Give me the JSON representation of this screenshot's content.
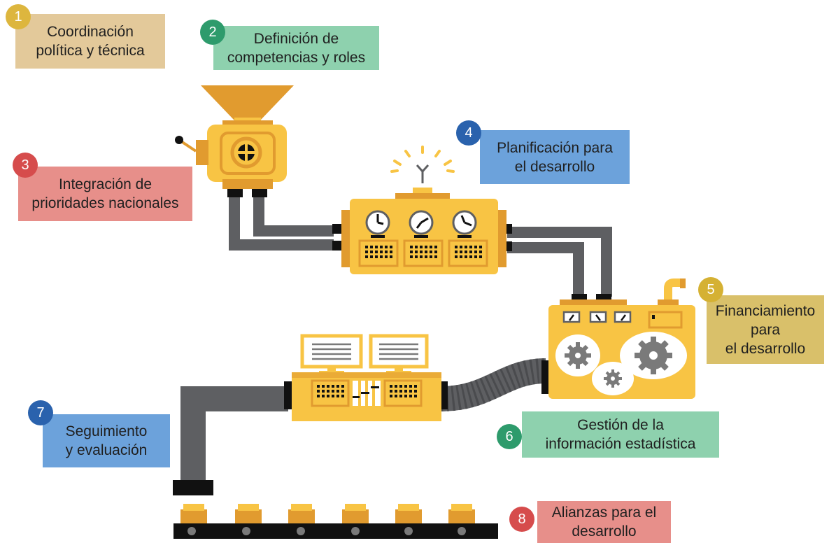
{
  "colors": {
    "machine": "#F8C444",
    "machine_dark": "#E19B2F",
    "pipe": "#5E5F62",
    "black": "#111111",
    "gear": "#7A7A7A"
  },
  "steps": [
    {
      "number": "1",
      "label": "Coordinación\npolítica y técnica",
      "badge_color": "#DDB63E",
      "box_color": "#E3C99A"
    },
    {
      "number": "2",
      "label": "Definición de\ncompetencias y roles",
      "badge_color": "#2E9B6C",
      "box_color": "#8ED1AE"
    },
    {
      "number": "3",
      "label": "Integración de\nprioridades nacionales",
      "badge_color": "#D64C4C",
      "box_color": "#E78F8A"
    },
    {
      "number": "4",
      "label": "Planificación para\nel desarrollo",
      "badge_color": "#2A62AD",
      "box_color": "#6CA2DB"
    },
    {
      "number": "5",
      "label": "Financiamiento\npara\nel desarrollo",
      "badge_color": "#D5B133",
      "box_color": "#D9C06A"
    },
    {
      "number": "6",
      "label": "Gestión de la\ninformación estadística",
      "badge_color": "#2E9B6C",
      "box_color": "#8ED1AE"
    },
    {
      "number": "7",
      "label": "Seguimiento\ny evaluación",
      "badge_color": "#2A62AD",
      "box_color": "#6CA2DB"
    },
    {
      "number": "8",
      "label": "Alianzas para el\ndesarrollo",
      "badge_color": "#D64C4C",
      "box_color": "#E78F8A"
    }
  ]
}
